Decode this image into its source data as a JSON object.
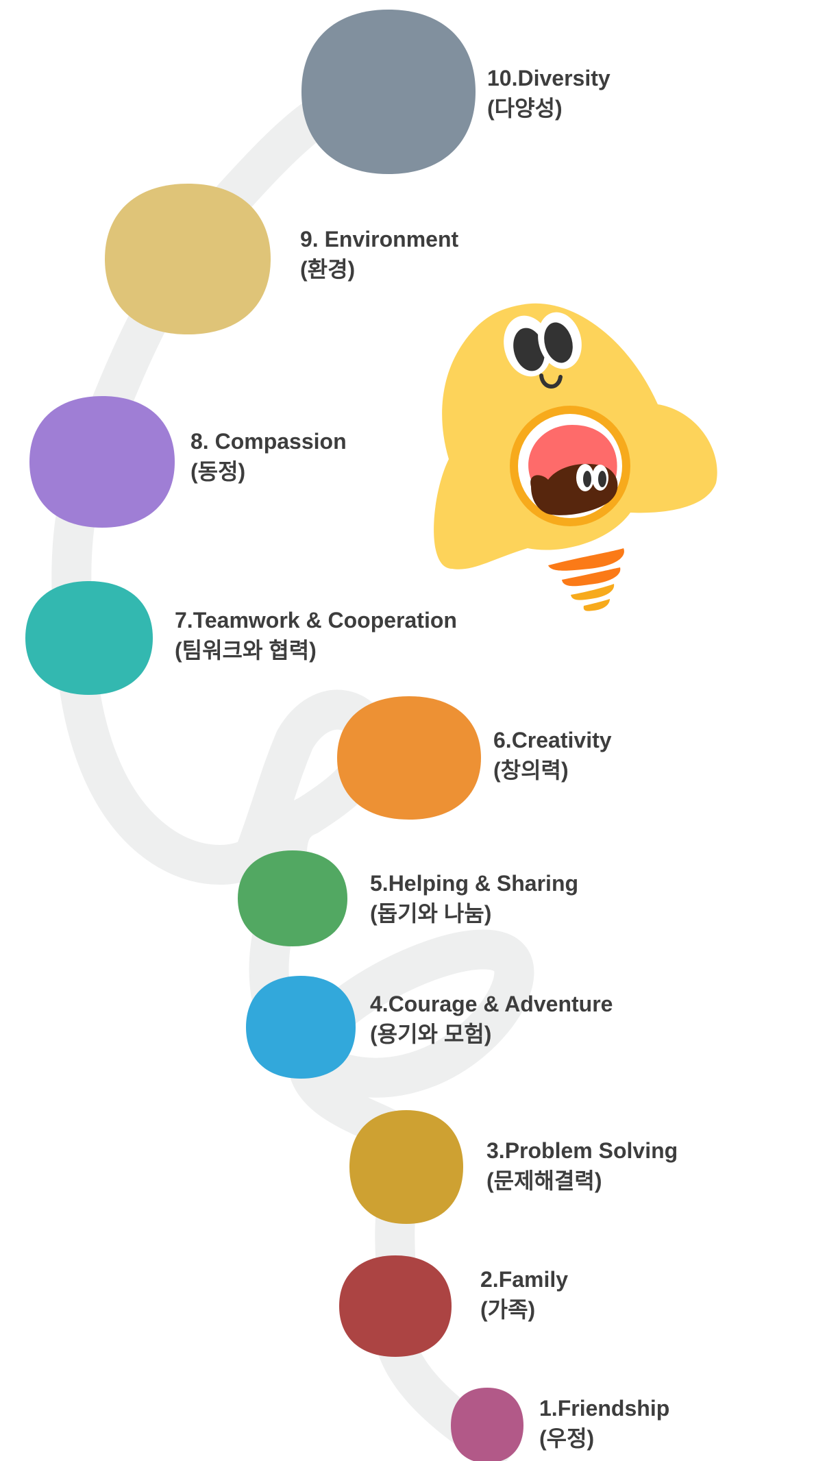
{
  "colors": {
    "path": "#eeefef",
    "text": "#3d3d3d",
    "mascot_body": "#fdd35a",
    "mascot_ring": "#f7aa1c",
    "mascot_brain": "#fe6b6a",
    "mascot_spring": "#fb7a17"
  },
  "steps": [
    {
      "number": "1",
      "title": "1.Friendship",
      "korean": "(우정)",
      "color": "#b25988"
    },
    {
      "number": "2",
      "title": "2.Family",
      "korean": "(가족)",
      "color": "#ac4443"
    },
    {
      "number": "3",
      "title": "3.Problem Solving",
      "korean": "(문제해결력)",
      "color": "#cea132"
    },
    {
      "number": "4",
      "title": "4.Courage & Adventure",
      "korean": "(용기와 모험)",
      "color": "#32a8db"
    },
    {
      "number": "5",
      "title": "5.Helping & Sharing",
      "korean": "(돕기와 나눔)",
      "color": "#52a862"
    },
    {
      "number": "6",
      "title": "6.Creativity",
      "korean": "(창의력)",
      "color": "#ed9134"
    },
    {
      "number": "7",
      "title": "7.Teamwork & Cooperation",
      "korean": "(팀워크와 협력)",
      "color": "#33b8b0"
    },
    {
      "number": "8",
      "title": "8. Compassion",
      "korean": "(동정)",
      "color": "#9f7ed5"
    },
    {
      "number": "9",
      "title": "9. Environment",
      "korean": "(환경)",
      "color": "#dfc478"
    },
    {
      "number": "10",
      "title": "10.Diversity",
      "korean": "(다양성)",
      "color": "#81909e"
    }
  ],
  "mascot": {
    "icon": "lightbulb-mascot-icon"
  }
}
